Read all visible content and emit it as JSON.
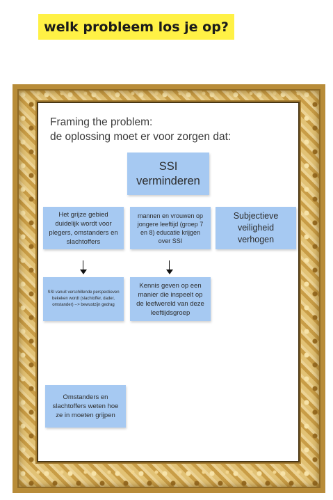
{
  "page_title": "welk probleem los je op?",
  "board": {
    "heading_line1": "Framing the problem:",
    "heading_line2": "de oplossing moet er voor zorgen dat:",
    "notes": {
      "ssi": "SSI verminderen",
      "grey_area": "Het grijze gebied duidelijk wordt voor plegers, omstanders en slachtoffers",
      "young_education": "mannen en vrouwen op jongere leeftijd (groep 7 en 8) educatie krijgen over SSI",
      "subjective_safety": "Subjectieve veiligheid verhogen",
      "perspectives": "SSI vanuit verschillende perspectieven bekeken wordt (slachtoffer, dader, omstander) --> bewustzijn gedrag",
      "knowledge": "Kennis geven op een manier die inspeelt op de leefwereld van deze leeftijdsgroep",
      "bystanders": "Omstanders en slachtoffers weten hoe ze in moeten grijpen"
    }
  },
  "colors": {
    "banner": "#fff145",
    "sticky_note": "#a6c9f2",
    "frame_gold": "#c99d46"
  }
}
